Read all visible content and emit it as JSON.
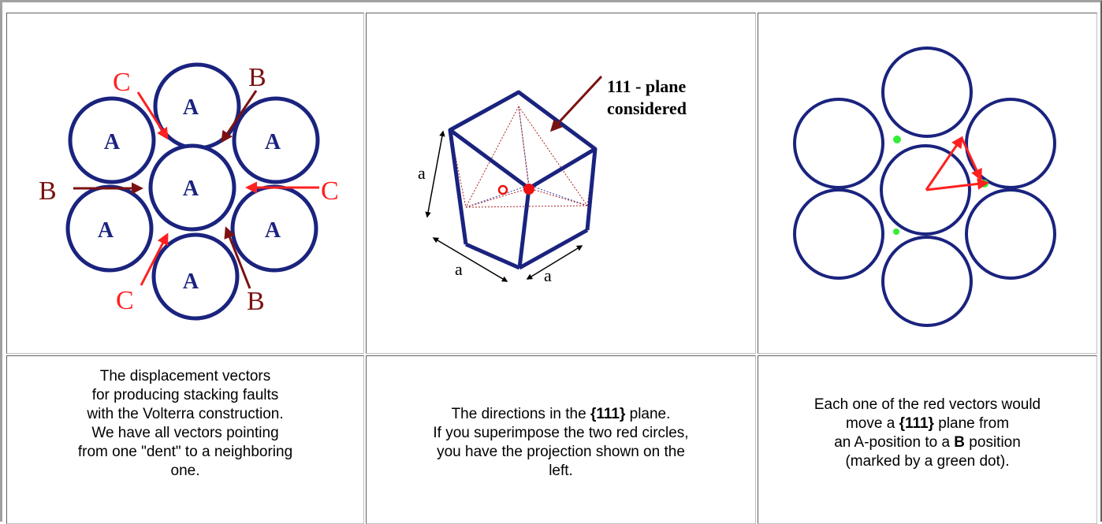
{
  "panel1": {
    "layer_label": "A",
    "pos_b": "B",
    "pos_c": "C"
  },
  "panel2": {
    "plane_label_line1": "111 - plane",
    "plane_label_line2": "considered",
    "edge_label": "a"
  },
  "captions": {
    "left": [
      "The displacement vectors",
      "for producing stacking faults",
      "with the Volterra construction.",
      "We have all vectors pointing",
      "from one \"dent\" to a neighboring",
      "one."
    ],
    "middle": {
      "line1_pre": "The directions in the ",
      "line1_bold": "{111}",
      "line1_post": " plane.",
      "line2": "If you superimpose the two red circles,",
      "line3": "you have the projection shown on the",
      "line4": "left."
    },
    "right": {
      "line1": "Each one of the red vectors would",
      "line2_pre": "move a ",
      "line2_bold": "{111}",
      "line2_post": " plane from",
      "line3_pre": "an A-position to a ",
      "line3_bold": "B",
      "line3_post": " position",
      "line4": "(marked by a green dot)."
    }
  },
  "colors": {
    "circle": "#1a237e",
    "arrow_dark": "#7b1111",
    "arrow_red": "#ff2020",
    "dot_green": "#33ee33",
    "dot_red": "#ee1111"
  }
}
